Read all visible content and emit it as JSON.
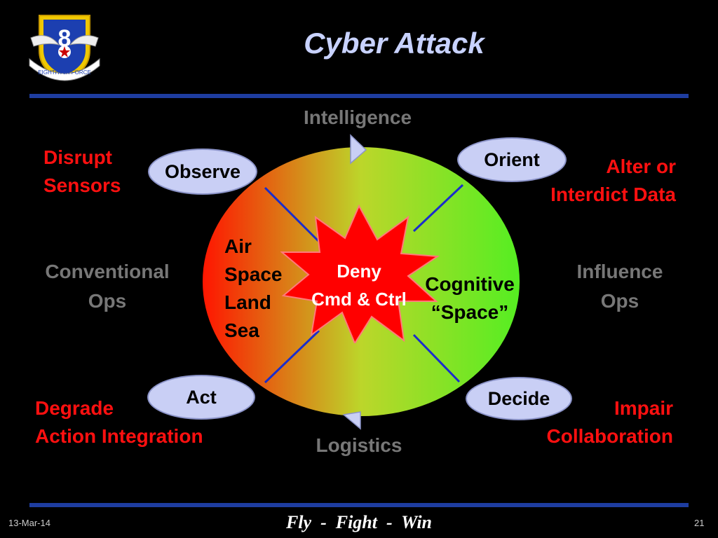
{
  "title": "Cyber Attack",
  "logo": {
    "name": "eighth-air-force-emblem",
    "numeral": "8",
    "ring_text": "EIGHTH AIR FORCE"
  },
  "outer_labels": {
    "top": "Intelligence",
    "bottom": "Logistics",
    "left": [
      "Conventional",
      "Ops"
    ],
    "right": [
      "Influence",
      "Ops"
    ]
  },
  "effects": {
    "top_left": [
      "Disrupt",
      "Sensors"
    ],
    "top_right": [
      "Alter or",
      "Interdict Data"
    ],
    "bottom_left": [
      "Degrade",
      "Action Integration"
    ],
    "bottom_right": [
      "Impair",
      "Collaboration"
    ]
  },
  "ooda": {
    "observe": "Observe",
    "orient": "Orient",
    "decide": "Decide",
    "act": "Act"
  },
  "domains_left": [
    "Air",
    "Space",
    "Land",
    "Sea"
  ],
  "domains_right": [
    "Cognitive",
    "“Space”"
  ],
  "burst": [
    "Deny",
    "Cmd & Ctrl"
  ],
  "colors": {
    "background": "#000000",
    "title": "#c8d2ff",
    "effect_text": "#ff1010",
    "rule": "#1e3da0",
    "bubble": "#c9cff5",
    "burst": "#ff0000"
  },
  "footer": {
    "date": "13-Mar-14",
    "motto": "Fly  -  Fight  -  Win",
    "page": "21"
  }
}
